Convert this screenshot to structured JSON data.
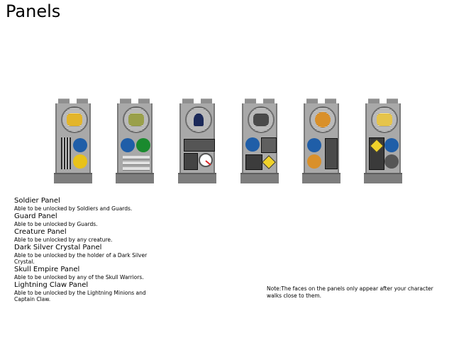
{
  "page": {
    "title": "Panels"
  },
  "colors": {
    "blue": "#1f5ea8",
    "green": "#1a8a2e",
    "yellow": "#e8c21a",
    "orange": "#d9902a",
    "dark_gray": "#555555",
    "panel_gray": "#a9a9a9"
  },
  "panels": [
    {
      "name": "Soldier Panel",
      "description": "Able to be unlocked by Soldiers and Guards.",
      "face_color": "#e3b52a",
      "dots": [
        "#1f5ea8",
        "#e8c21a"
      ]
    },
    {
      "name": "Guard Panel",
      "description": "Able to be unlocked by Guards.",
      "face_color": "#9aa04a",
      "dots": [
        "#1f5ea8",
        "#1a8a2e"
      ]
    },
    {
      "name": "Creature Panel",
      "description": "Able to be unlocked by any creature.",
      "face_color": "#1c2a5a",
      "dots": []
    },
    {
      "name": "Dark Silver Crystal Panel",
      "description": "Able to be unlocked by the holder of a Dark Silver Crystal.",
      "face_color": "#4a4a4a",
      "dots": [
        "#1f5ea8"
      ]
    },
    {
      "name": "Skull Empire Panel",
      "description": "Able to be unlocked by any of the Skull Warriors.",
      "face_color": "#d9902a",
      "dots": [
        "#1f5ea8",
        "#d9902a"
      ]
    },
    {
      "name": "Lightning Claw Panel",
      "description": "Able to be unlocked by the Lightning Minions and Captain Claw.",
      "face_color": "#e6c44a",
      "dots": [
        "#1f5ea8",
        "#555555"
      ]
    }
  ],
  "note": "Note:The faces on the panels only appear after your character walks close to them."
}
